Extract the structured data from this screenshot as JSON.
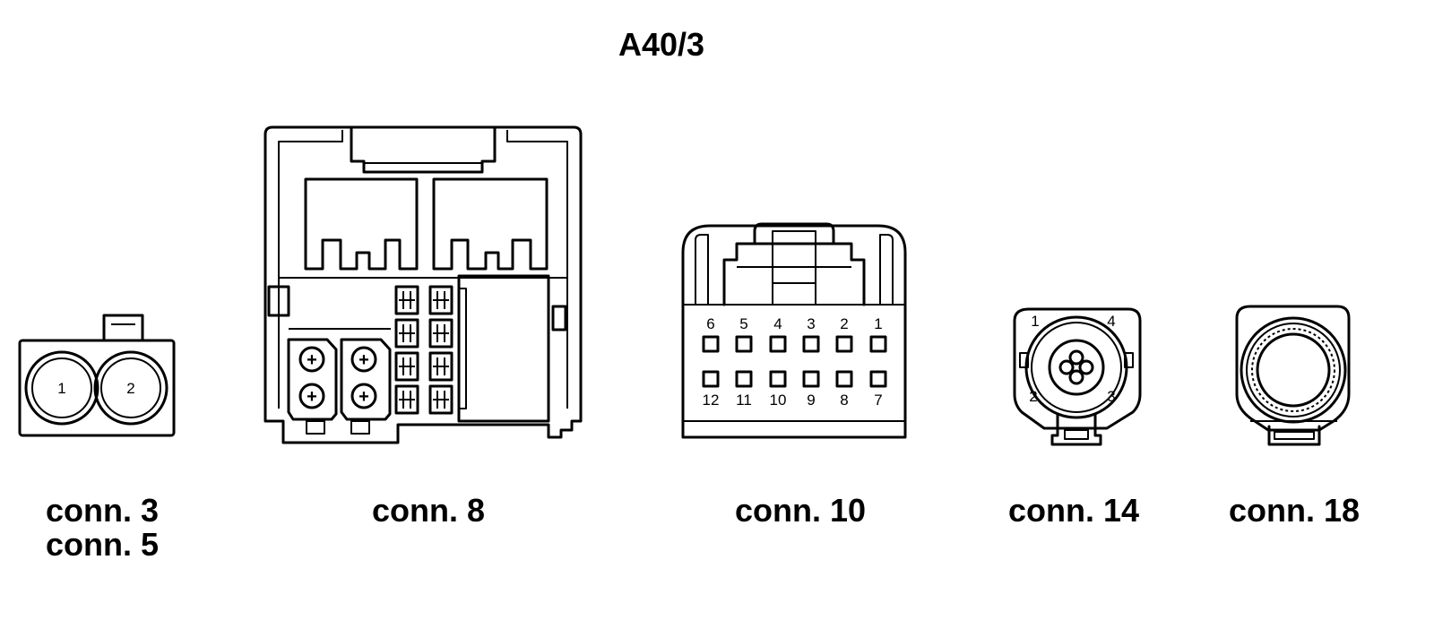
{
  "title": "A40/3",
  "connectors": {
    "c35": {
      "captions": [
        "conn. 3",
        "conn. 5"
      ],
      "pins": [
        "1",
        "2"
      ]
    },
    "c8": {
      "caption": "conn. 8",
      "power_symbol": "+",
      "small_terminal_symbol": "⊥⊥"
    },
    "c10": {
      "caption": "conn. 10",
      "top_pins": [
        "6",
        "5",
        "4",
        "3",
        "2",
        "1"
      ],
      "bottom_pins": [
        "12",
        "11",
        "10",
        "9",
        "8",
        "7"
      ]
    },
    "c14": {
      "caption": "conn. 14",
      "pins": [
        "1",
        "4",
        "2",
        "3"
      ]
    },
    "c18": {
      "caption": "conn. 18"
    }
  }
}
